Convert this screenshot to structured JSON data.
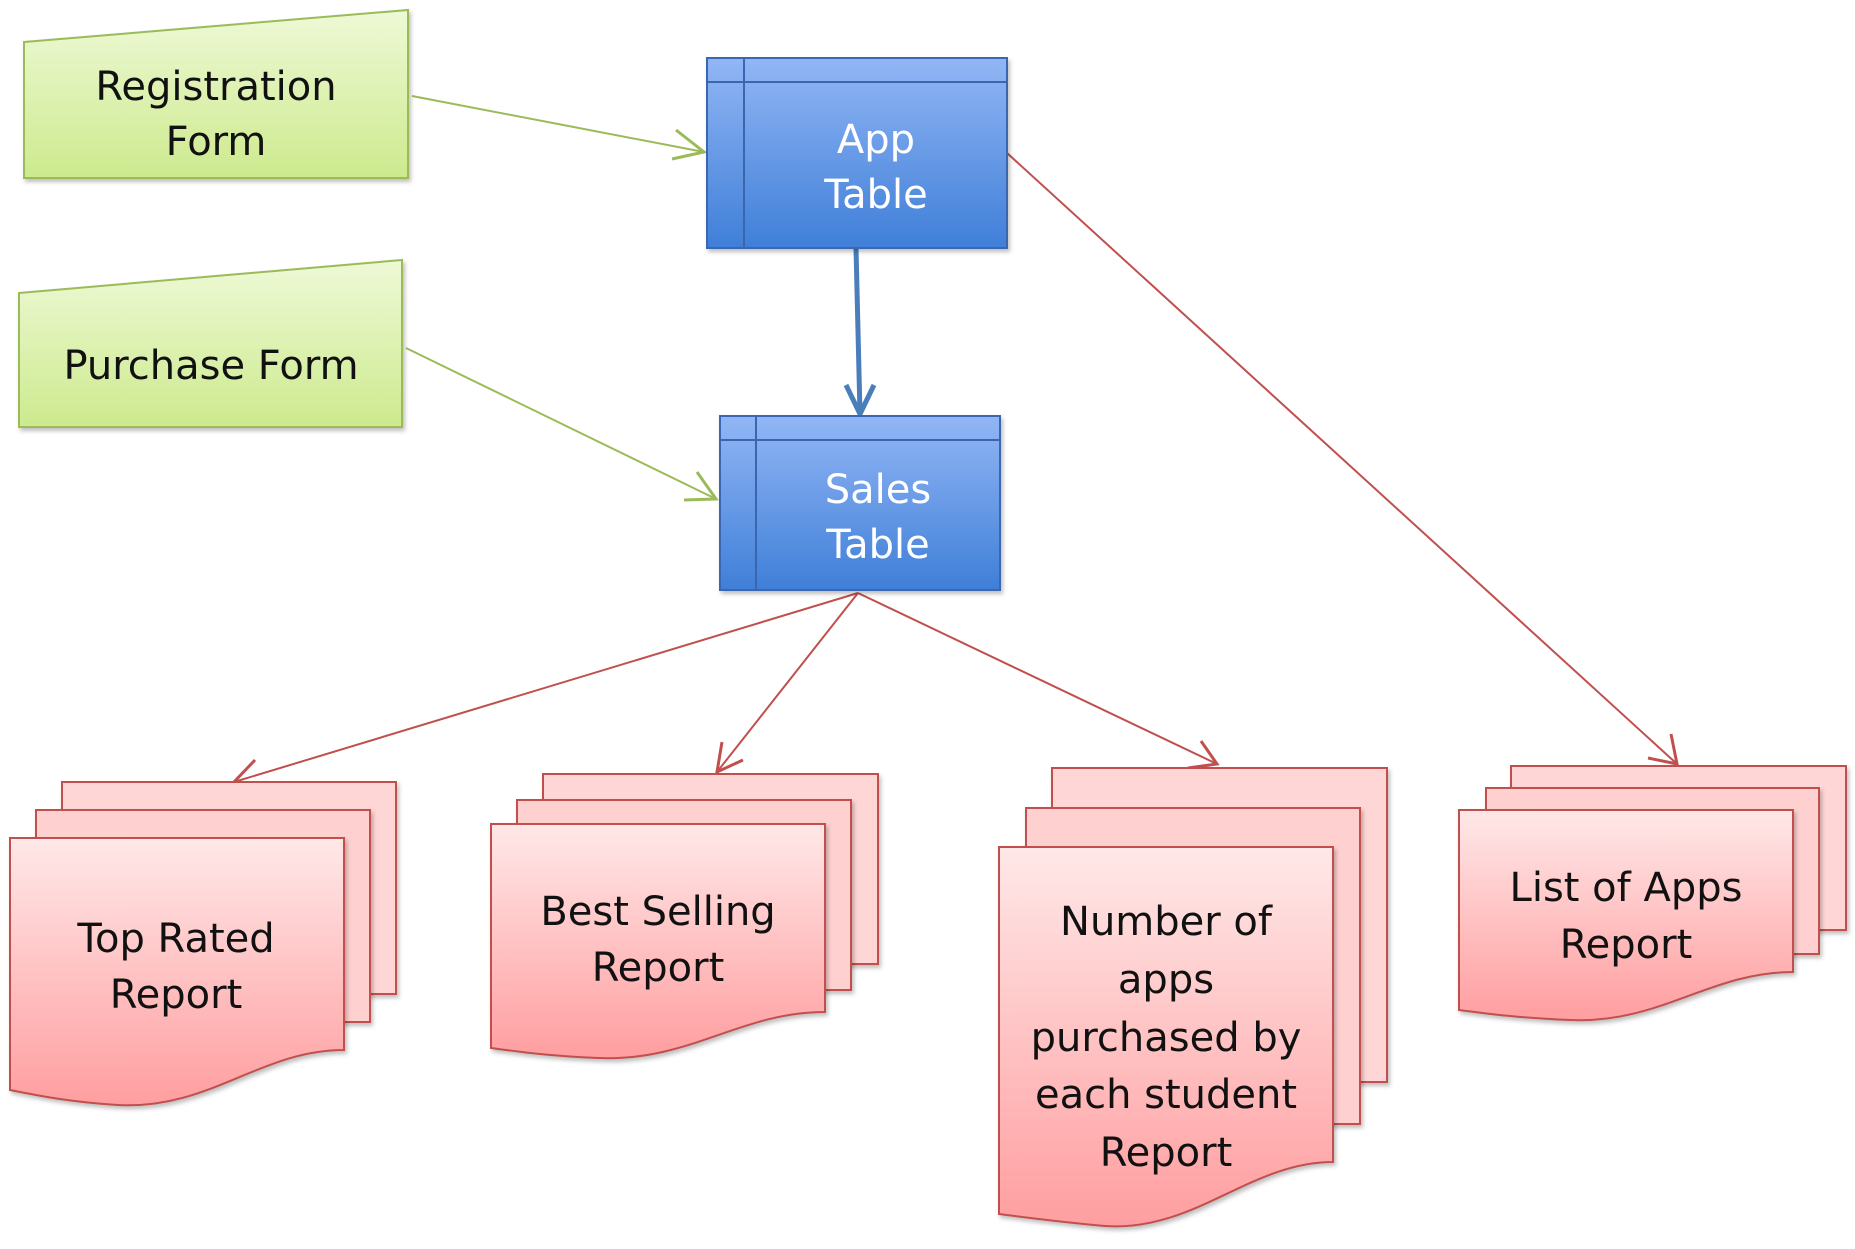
{
  "forms": [
    {
      "id": "registration",
      "lines": [
        "Registration",
        "Form"
      ]
    },
    {
      "id": "purchase",
      "lines": [
        "Purchase Form"
      ]
    }
  ],
  "tables": [
    {
      "id": "app",
      "lines": [
        "App",
        "Table"
      ]
    },
    {
      "id": "sales",
      "lines": [
        "Sales",
        "Table"
      ]
    }
  ],
  "reports": [
    {
      "id": "top-rated",
      "lines": [
        "Top Rated",
        "Report"
      ]
    },
    {
      "id": "best-selling",
      "lines": [
        "Best Selling",
        "Report"
      ]
    },
    {
      "id": "apps-per-student",
      "lines": [
        "Number of",
        "apps",
        "purchased by",
        "each student",
        "Report"
      ]
    },
    {
      "id": "list-of-apps",
      "lines": [
        "List of Apps",
        "Report"
      ]
    }
  ],
  "connections": [
    {
      "from": "registration",
      "to": "app"
    },
    {
      "from": "purchase",
      "to": "sales"
    },
    {
      "from": "app",
      "to": "sales"
    },
    {
      "from": "app",
      "to": "list-of-apps"
    },
    {
      "from": "sales",
      "to": "top-rated"
    },
    {
      "from": "sales",
      "to": "best-selling"
    },
    {
      "from": "sales",
      "to": "apps-per-student"
    }
  ],
  "colors": {
    "form_fill_top": "#eef9d6",
    "form_fill_bottom": "#cdea8e",
    "form_stroke": "#9bbb59",
    "table_fill_top": "#92b6f5",
    "table_fill_bottom": "#3f7fd8",
    "table_stroke": "#3a66b0",
    "report_fill_top": "#ffe6e6",
    "report_fill_bottom": "#ff9ea0",
    "report_stroke": "#c0504d",
    "arrow_green": "#9bbb59",
    "arrow_blue": "#4a7ebb",
    "arrow_red": "#c0504d"
  }
}
